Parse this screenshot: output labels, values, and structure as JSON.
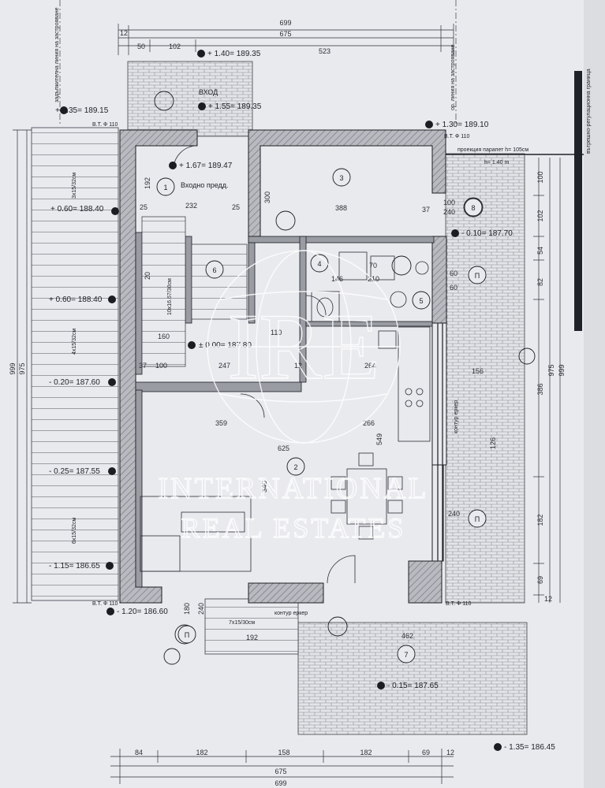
{
  "top_dims": {
    "overall": "699",
    "inner": "675",
    "left": "12",
    "a": "50",
    "b": "102",
    "c": "523"
  },
  "bottom_dims": {
    "overall": "699",
    "inner": "675",
    "a": "84",
    "b": "182",
    "c": "158",
    "d": "182",
    "e": "69",
    "f": "12"
  },
  "left_dims": {
    "total": "999",
    "inner": "975"
  },
  "right_dims": {
    "total": "999",
    "inner": "975",
    "r1": "386",
    "r2": "182",
    "r3": "69",
    "r4": "100",
    "r5": "102",
    "r6": "54",
    "r7": "82",
    "r8": "12"
  },
  "levels": {
    "l1": "+ 1.40= 189.35",
    "l2": "+ 1.55= 189.35",
    "l3": "+ 1.35= 189.15",
    "l4": "+ 1.30= 189.10",
    "l5": "+ 1.67= 189.47",
    "l6": "+ 0.60= 188.40",
    "l7": "- 0.10= 187.70",
    "l8": "+ 0.60= 188.40",
    "l9": "± 0.00= 187.80",
    "l10": "- 0.20= 187.60",
    "l11": "- 0.25= 187.55",
    "l12": "- 1.15= 186.65",
    "l13": "- 1.20= 186.60",
    "l14": "- 0.15= 187.65",
    "l15": "- 1.35= 186.45"
  },
  "labels": {
    "entrance": "ВХОД",
    "entrance_hall": "Входно предд.",
    "bt1": "В.Т. Ф 110",
    "bt2": "В.Т. Ф 110",
    "bt3": "В.Т. Ф 110",
    "bt4": "В.Т. Ф 110",
    "construction_line": "задължителна линия на застрояване",
    "construction_line_right": "ор. линия на застрояване",
    "regulation_border": "вътрешно-регулационна граница",
    "projection_note": "проекция парапет h= 105см",
    "h_note": "h= 1.40 m",
    "bay_outline": "контур еркер",
    "bay_outline_right": "контур еркер",
    "stair_a": "3х15/32см",
    "stair_b": "10х16.67/30см",
    "stair_c": "4х15/32см",
    "stair_d": "6х15/32см",
    "stair_e": "7х15/30см"
  },
  "room_numbers": {
    "r1": "1",
    "r2": "2",
    "r3": "3",
    "r4": "4",
    "r5": "5",
    "r6": "6",
    "r7": "7",
    "r8": "8",
    "rp1": "П",
    "rp2": "П",
    "rp3": "П"
  },
  "inner_dims": {
    "d232": "232",
    "d25a": "25",
    "d25b": "25",
    "d388": "388",
    "d37": "37",
    "d100": "100",
    "d240a": "240",
    "d192": "192",
    "d20": "20",
    "d146": "146",
    "d210": "210",
    "d70": "70",
    "d60a": "60",
    "d60b": "60",
    "d160": "160",
    "d110": "110",
    "d37b": "37",
    "d100b": "100",
    "d247": "247",
    "d12": "12",
    "d264": "264",
    "d359": "359",
    "d266": "266",
    "d625": "625",
    "d549": "549",
    "d340": "340",
    "d240b": "240",
    "d180": "180",
    "d240c": "240",
    "d192b": "192",
    "d462": "462",
    "d156": "156",
    "d126": "126",
    "d300": "300"
  },
  "watermark": {
    "logo": "IRE",
    "line1": "INTERNATIONAL",
    "line2": "REAL ESTATES"
  }
}
